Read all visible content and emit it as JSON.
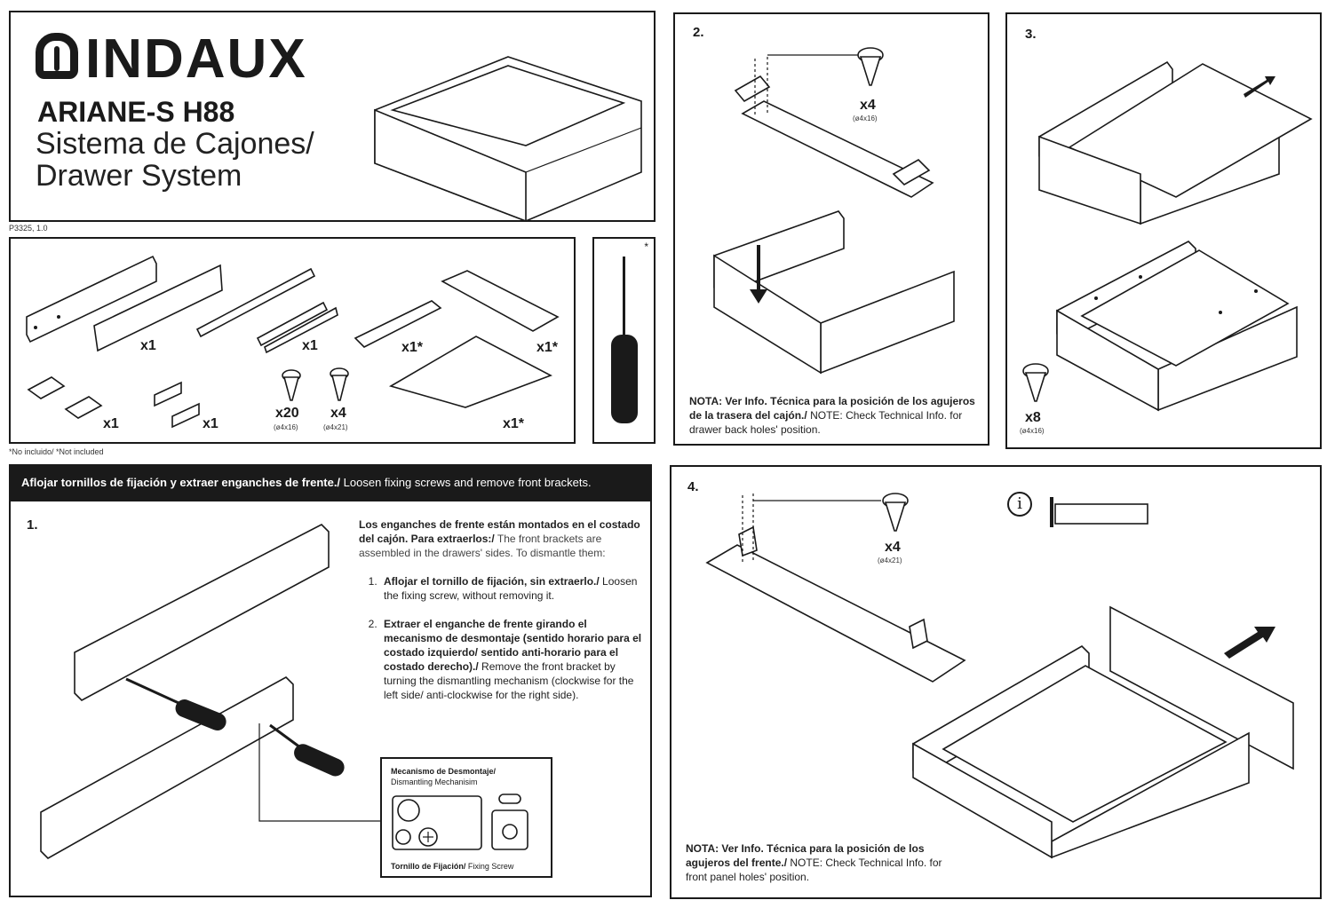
{
  "header": {
    "brand": "INDAUX",
    "product": "ARIANE-S H88",
    "subtitle_es": "Sistema de Cajones/",
    "subtitle_en": "Drawer System",
    "doc_code": "P3325, 1.0"
  },
  "parts": {
    "items": [
      {
        "qty": "x1"
      },
      {
        "qty": "x1"
      },
      {
        "qty": "x1*"
      },
      {
        "qty": "x1*"
      },
      {
        "qty": "x1"
      },
      {
        "qty": "x1"
      },
      {
        "qty": "x20",
        "size": "(ø4x16)"
      },
      {
        "qty": "x4",
        "size": "(ø4x21)"
      },
      {
        "qty": "x1*"
      }
    ],
    "not_included_note": "*No incluido/ *Not included",
    "tool_star": "*"
  },
  "step2": {
    "number": "2.",
    "screw_qty": "x4",
    "screw_size": "(ø4x16)",
    "note_bold": "NOTA: Ver Info. Técnica para la posición de los agujeros de la trasera del cajón./",
    "note_regular": " NOTE: Check Technical Info. for drawer back holes' position."
  },
  "step3": {
    "number": "3.",
    "screw_qty": "x8",
    "screw_size": "(ø4x16)"
  },
  "banner": {
    "bold": "Aflojar tornillos de fijación y extraer enganches de frente./",
    "regular": " Loosen fixing screws and remove front brackets."
  },
  "step1": {
    "number": "1.",
    "intro_bold": "Los enganches de frente están montados en el costado del cajón. Para extraerlos:/",
    "intro_regular": " The front brackets are assembled in the drawers' sides. To dismantle them:",
    "items": [
      {
        "bold": "Aflojar el tornillo de fijación, sin extraerlo./",
        "regular": " Loosen the fixing screw, without removing it."
      },
      {
        "bold": "Extraer el enganche de frente girando el mecanismo de desmontaje (sentido horario para el costado izquierdo/ sentido anti-horario para el costado derecho)./",
        "regular": " Remove the front bracket by turning the dismantling mechanism (clockwise for the left side/ anti-clockwise for the right side)."
      }
    ],
    "mech_title_bold": "Mecanismo de Desmontaje/",
    "mech_title_regular": "Dismantling Mechanisim",
    "mech_bottom_bold": "Tornillo de Fijación/",
    "mech_bottom_regular": " Fixing Screw"
  },
  "step4": {
    "number": "4.",
    "screw_qty": "x4",
    "screw_size": "(ø4x21)",
    "info_icon": "i",
    "note_bold": "NOTA: Ver Info. Técnica para la posición de los agujeros del frente./",
    "note_regular": " NOTE: Check Technical Info. for front panel holes' position."
  }
}
